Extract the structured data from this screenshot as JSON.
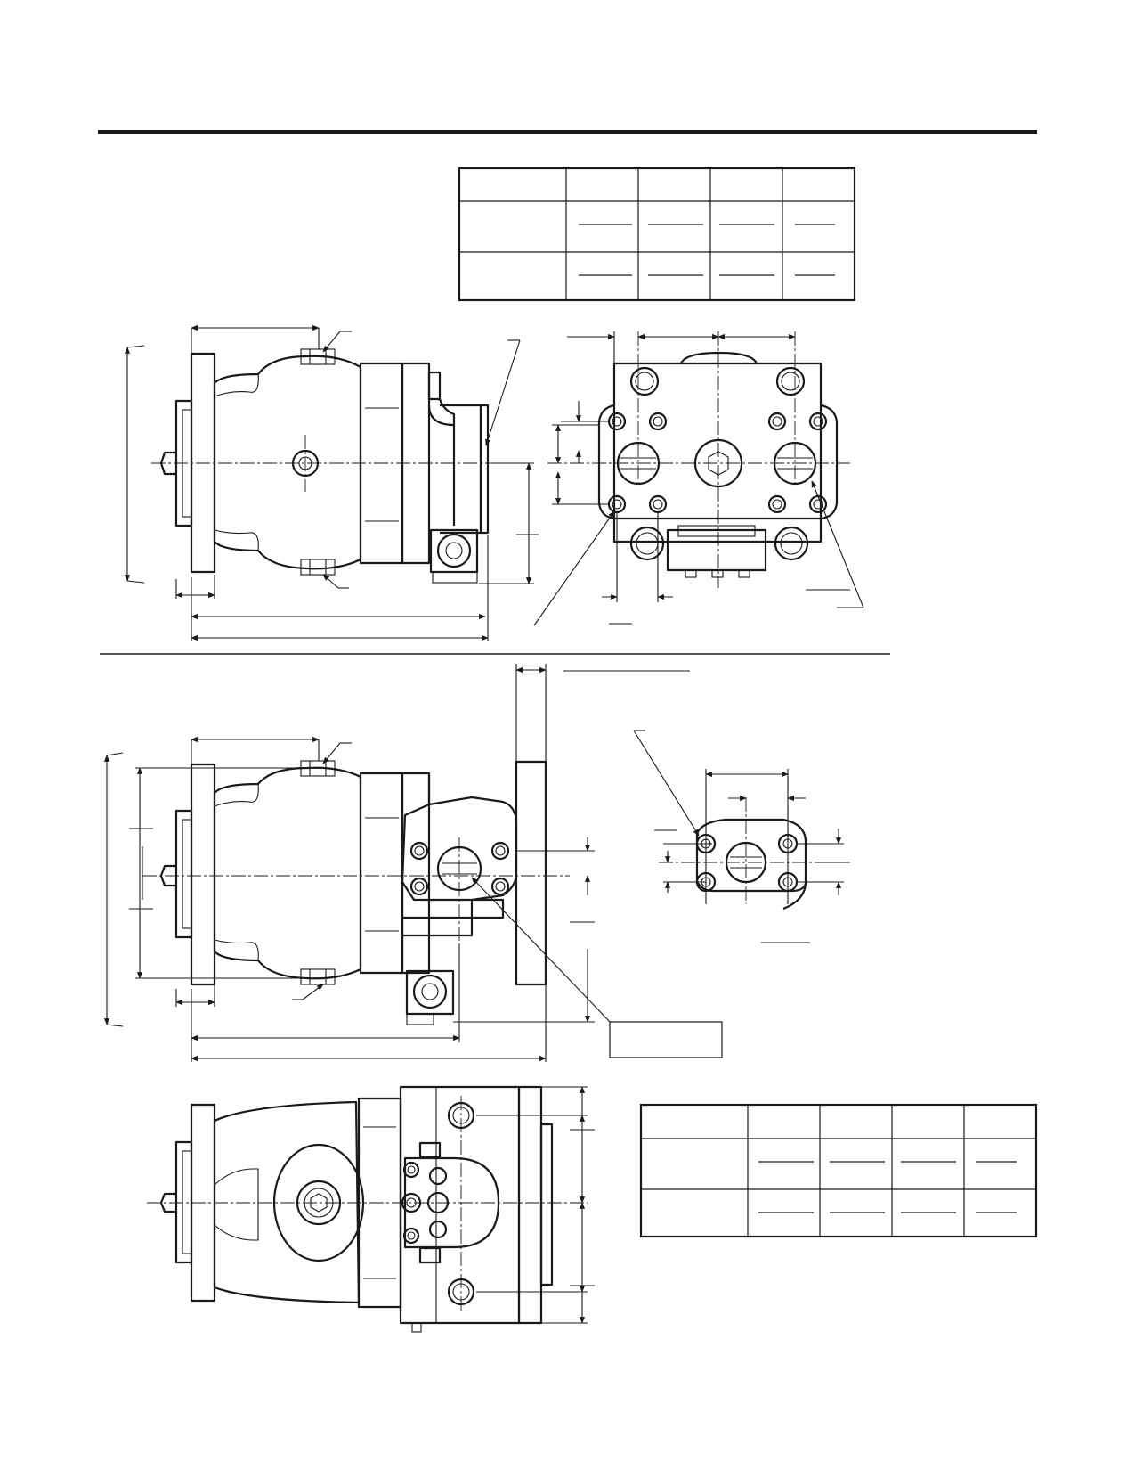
{
  "sheet": {
    "ink_color": "#1a1a1a",
    "paper_color": "#ffffff"
  },
  "tables": [
    {
      "id": "table-top",
      "rows": 3,
      "cols": 5,
      "content": []
    },
    {
      "id": "table-bottom",
      "rows": 3,
      "cols": 5,
      "content": []
    }
  ],
  "views": [
    {
      "id": "side-view-upper"
    },
    {
      "id": "end-view-upper"
    },
    {
      "id": "side-view-middle"
    },
    {
      "id": "port-flange-detail"
    },
    {
      "id": "top-view-lower"
    }
  ],
  "callout_box": {
    "text": ""
  }
}
